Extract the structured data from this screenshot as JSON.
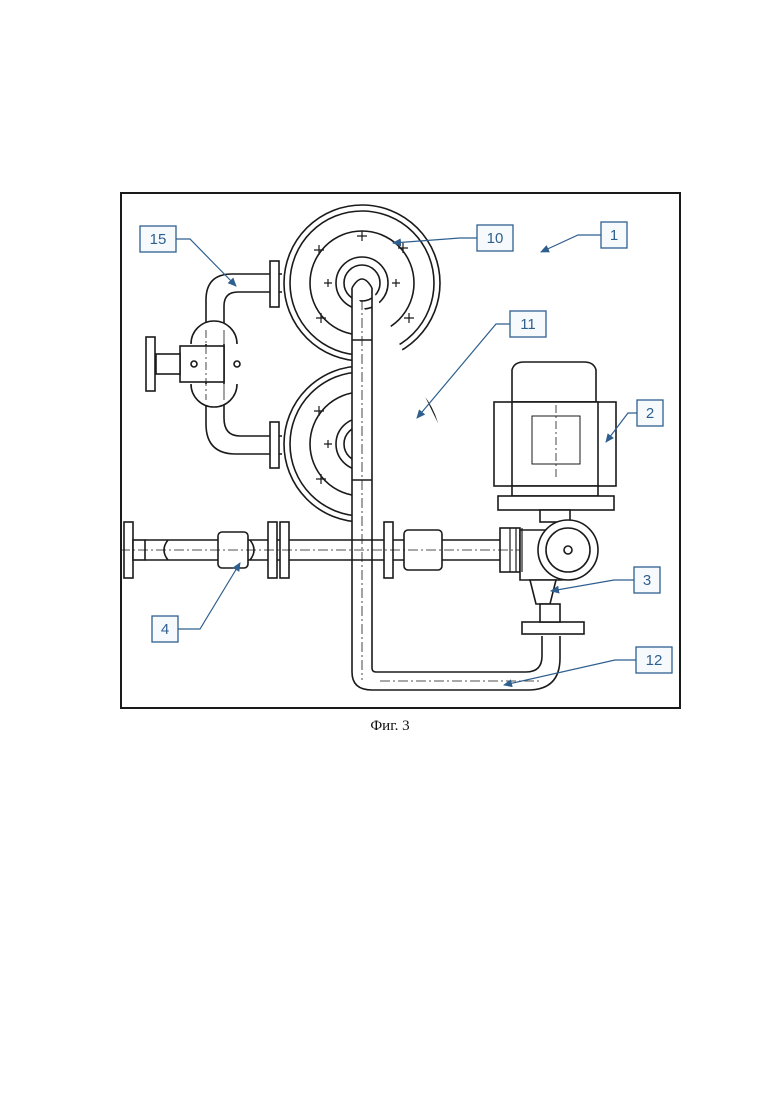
{
  "figure": {
    "caption": "Фиг. 3",
    "callouts": [
      {
        "id": "c1",
        "label": "1"
      },
      {
        "id": "c2",
        "label": "2"
      },
      {
        "id": "c3",
        "label": "3"
      },
      {
        "id": "c4",
        "label": "4"
      },
      {
        "id": "c10",
        "label": "10"
      },
      {
        "id": "c11",
        "label": "11"
      },
      {
        "id": "c12",
        "label": "12"
      },
      {
        "id": "c15",
        "label": "15"
      }
    ]
  },
  "colors": {
    "line": "#1a1a1a",
    "callout": "#2f5f8f",
    "callout_fill": "#f7fafc"
  }
}
